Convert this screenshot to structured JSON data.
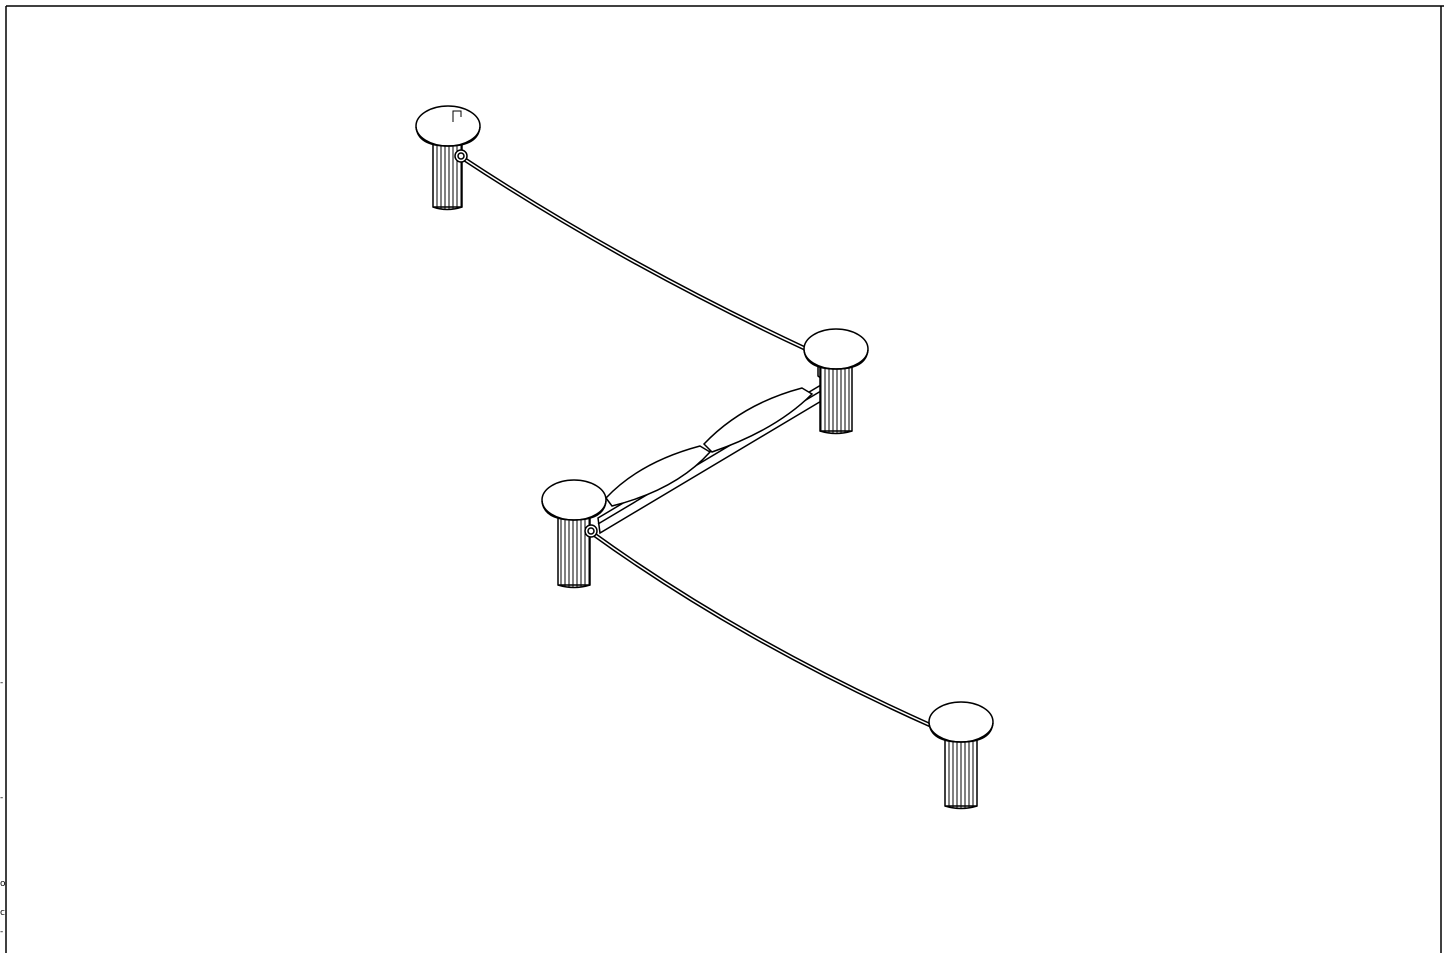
{
  "drawing": {
    "background": "#ffffff",
    "ink": "#000000",
    "post_fill": "#ffffff",
    "cable_count": 2,
    "post_count": 4,
    "bench_seat_count": 2,
    "title_block_marks": [
      {
        "id": "mark-1",
        "text": "-"
      },
      {
        "id": "mark-2",
        "text": "-"
      },
      {
        "id": "mark-3",
        "text": "o"
      },
      {
        "id": "mark-4",
        "text": "c"
      },
      {
        "id": "mark-5",
        "text": "-"
      }
    ]
  }
}
